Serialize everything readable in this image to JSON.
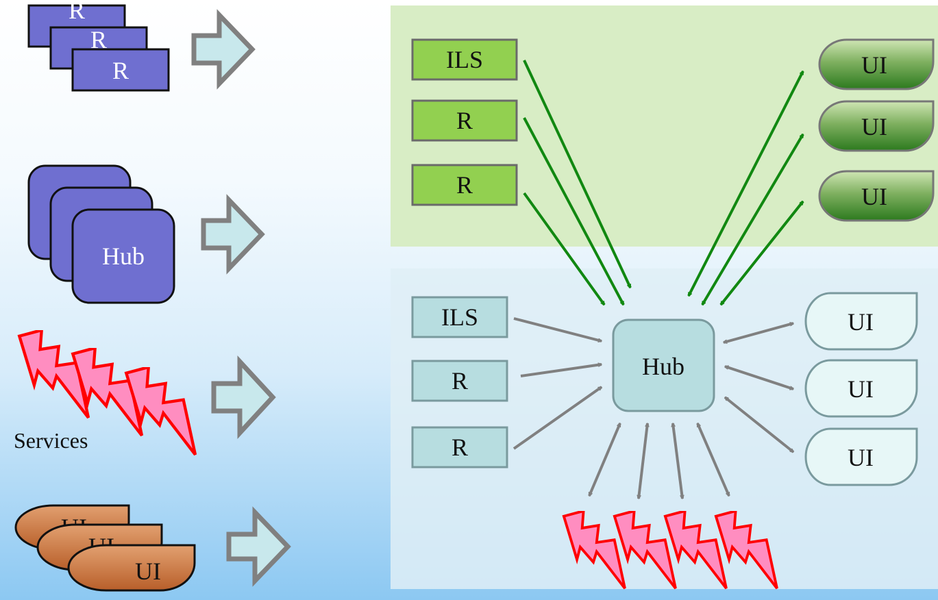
{
  "left_column": {
    "repos_stack": [
      "R",
      "R",
      "R"
    ],
    "hub_stack": [
      "",
      "",
      "Hub"
    ],
    "services_label": "Services",
    "ui_stack": [
      "UI",
      "UI",
      "UI"
    ]
  },
  "top_panel": {
    "sources": [
      "ILS",
      "R",
      "R"
    ],
    "uis": [
      "UI",
      "UI",
      "UI"
    ]
  },
  "bottom_panel": {
    "sources": [
      "ILS",
      "R",
      "R"
    ],
    "hub": "Hub",
    "uis": [
      "UI",
      "UI",
      "UI"
    ]
  },
  "colors": {
    "top_panel": "#d8edc5",
    "bottom_panel": "#dfeef6",
    "green_box": "#92d050",
    "green_arrow": "#118811",
    "teal_box": "#b7dde0",
    "purple": "#6f6fd0",
    "orange": "#c06a35",
    "bolt": "#ff8dc0",
    "bolt_stroke": "#ff0000",
    "gray_arrow": "#808080"
  }
}
